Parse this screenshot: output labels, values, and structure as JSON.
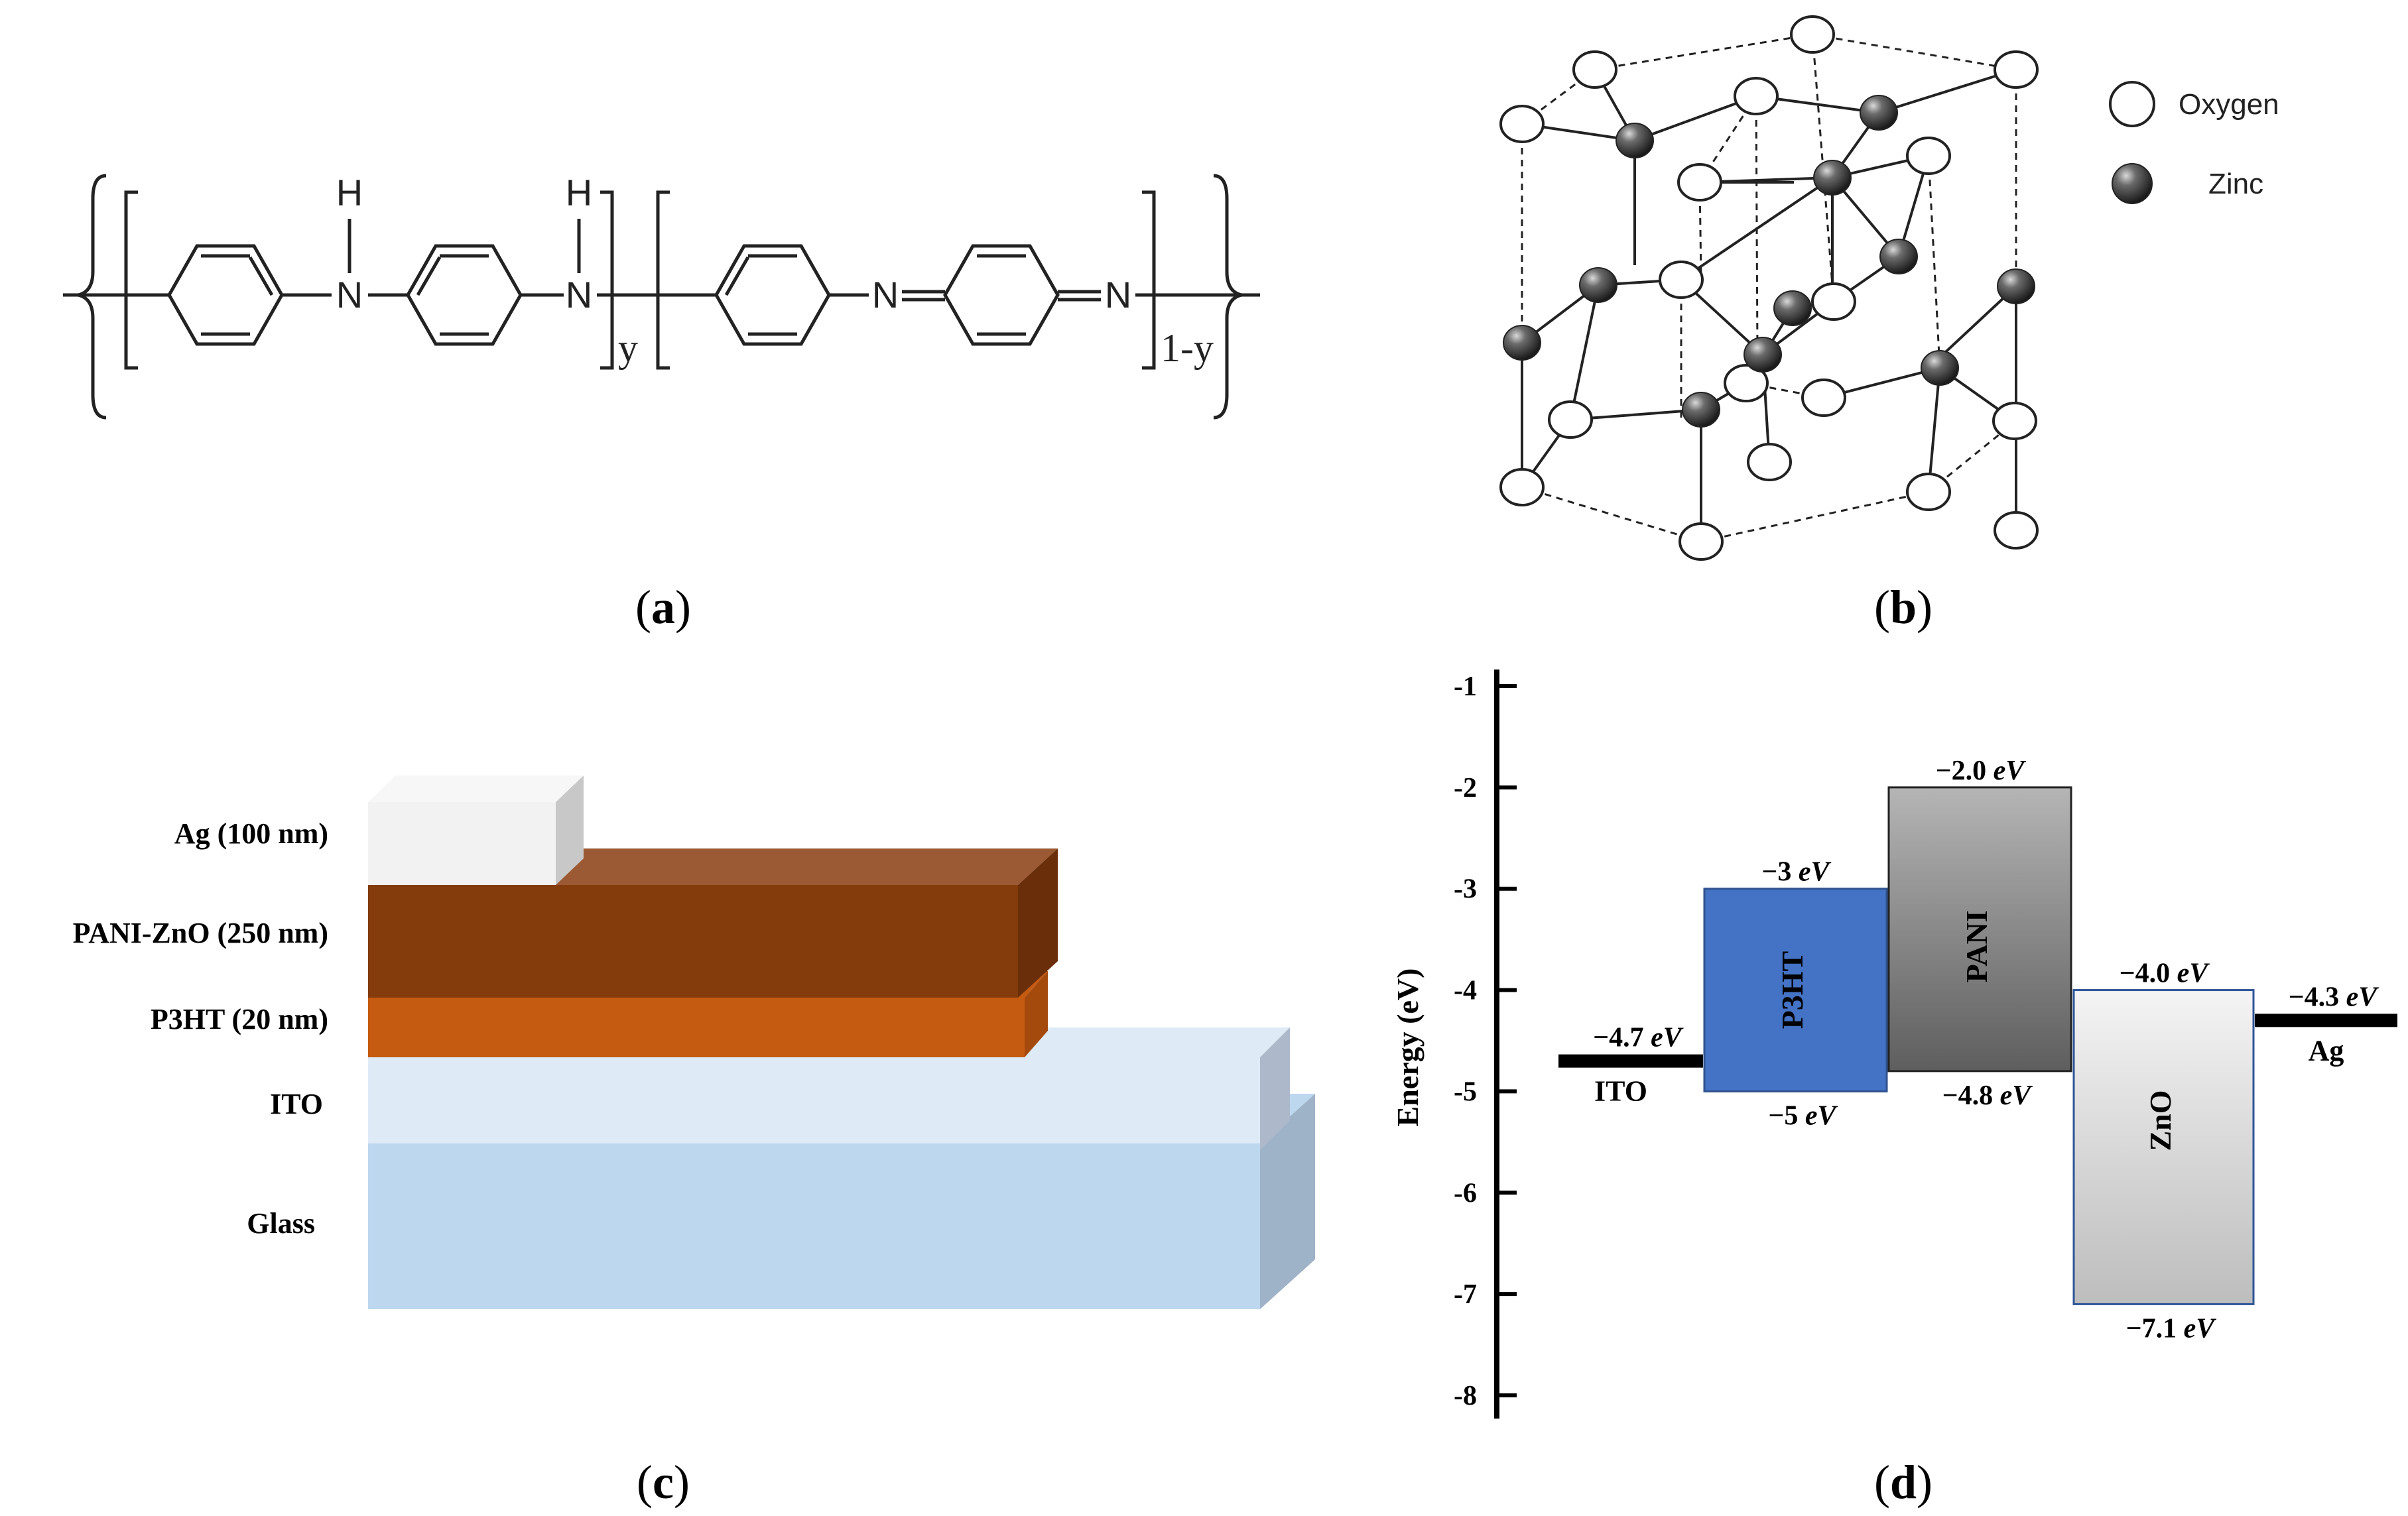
{
  "panels": {
    "a": {
      "caption": "a",
      "atoms": {
        "h1": "H",
        "n1": "N",
        "h2": "H",
        "n2": "N",
        "n3": "N",
        "n4": "N"
      },
      "subscript_y": "y",
      "subscript_1y": "1-y"
    },
    "b": {
      "caption": "b",
      "legend": [
        {
          "label": "Oxygen",
          "color": "#ffffff"
        },
        {
          "label": "Zinc",
          "color": "#333333"
        }
      ]
    },
    "c": {
      "caption": "c",
      "layers": [
        {
          "label": "Ag (100 nm)",
          "color": "#f2f2f2"
        },
        {
          "label": "PANI-ZnO (250 nm)",
          "color": "#843c0c"
        },
        {
          "label": "P3HT (20 nm)",
          "color": "#c55a11"
        },
        {
          "label": "ITO",
          "color": "#deeaf6"
        },
        {
          "label": "Glass",
          "color": "#bdd7ee"
        }
      ]
    },
    "d": {
      "caption": "d",
      "ylabel": "Energy (eV)"
    }
  },
  "chart_data": {
    "type": "bar",
    "ylabel": "Energy (eV)",
    "ylim": [
      -8,
      -1
    ],
    "yticks": [
      "-1",
      "-2",
      "-3",
      "-4",
      "-5",
      "-6",
      "-7",
      "-8"
    ],
    "levels": [
      {
        "name": "ITO",
        "value": -4.7,
        "label": "−4.7 eV"
      },
      {
        "name": "Ag",
        "value": -4.3,
        "label": "−4.3 eV"
      }
    ],
    "bands": [
      {
        "name": "P3HT",
        "top": -3.0,
        "bottom": -5.0,
        "top_label": "−3 eV",
        "bottom_label": "−5 eV",
        "color": "#4472c4"
      },
      {
        "name": "PANI",
        "top": -2.0,
        "bottom": -4.8,
        "top_label": "−2.0 eV",
        "bottom_label": "−4.8 eV",
        "color": "#7f7f7f"
      },
      {
        "name": "ZnO",
        "top": -4.0,
        "bottom": -7.1,
        "top_label": "−4.0 eV",
        "bottom_label": "−7.1 eV",
        "color": "#d9d9d9"
      }
    ]
  }
}
